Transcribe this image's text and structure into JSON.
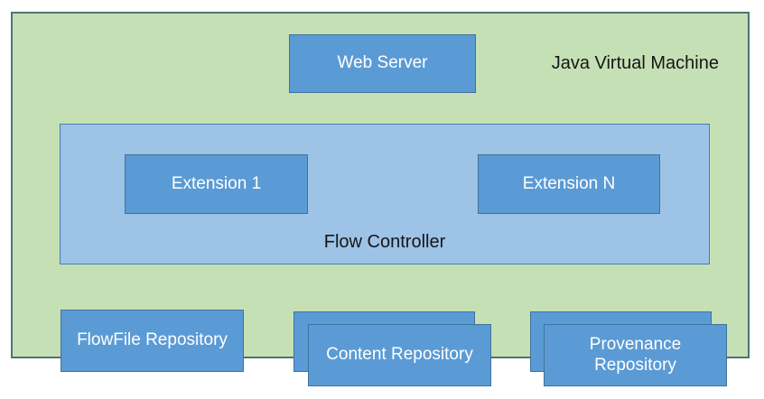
{
  "diagram": {
    "jvm": {
      "label": "Java Virtual Machine"
    },
    "web_server": {
      "label": "Web Server"
    },
    "flow_controller": {
      "label": "Flow Controller",
      "extensions": [
        {
          "label": "Extension 1"
        },
        {
          "label": "Extension N"
        }
      ]
    },
    "repositories": [
      {
        "label": "FlowFile Repository",
        "stacked": false
      },
      {
        "label": "Content Repository",
        "stacked": true
      },
      {
        "label": "Provenance Repository",
        "stacked": true
      }
    ],
    "colors": {
      "jvm_fill": "#C5E0B4",
      "jvm_border": "#4E7470",
      "node_fill": "#5B9BD5",
      "node_border": "#41719C",
      "flow_controller_fill": "#9DC3E6",
      "node_text": "#FFFFFF",
      "dark_text": "#161616",
      "page_background": "#FFFFFF"
    }
  }
}
